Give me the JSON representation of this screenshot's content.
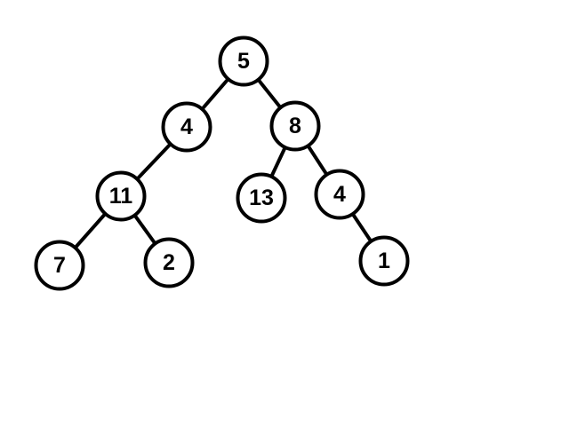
{
  "tree": {
    "root": {
      "value": "5",
      "left": {
        "value": "4",
        "left": {
          "value": "11",
          "left": {
            "value": "7"
          },
          "right": {
            "value": "2"
          }
        }
      },
      "right": {
        "value": "8",
        "left": {
          "value": "13"
        },
        "right": {
          "value": "4",
          "right": {
            "value": "1"
          }
        }
      }
    }
  },
  "colors": {
    "stroke": "#000000",
    "fill": "#ffffff",
    "text": "#000000"
  }
}
